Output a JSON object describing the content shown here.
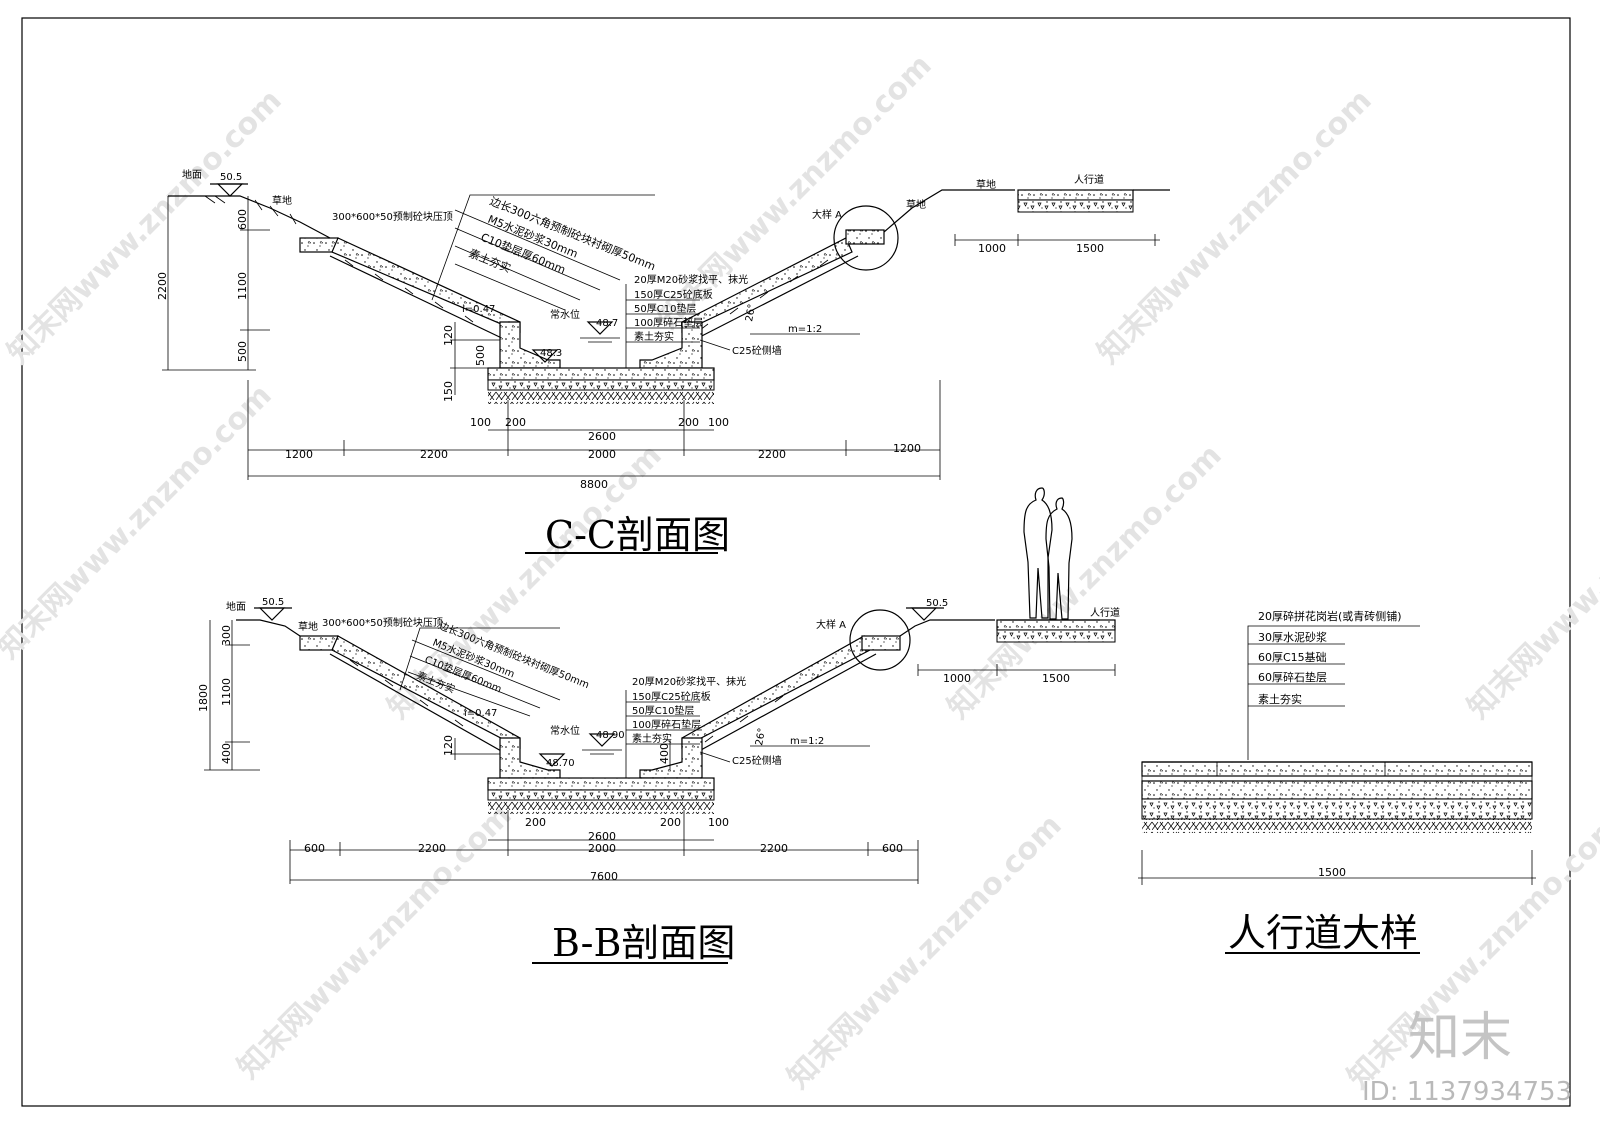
{
  "watermarks": {
    "site": "知末网www.znzmo.com",
    "logo": "知末",
    "id": "ID: 1137934753"
  },
  "cc": {
    "title": "C-C剖面图",
    "ground": "地面",
    "elev_ground": "50.5",
    "grass_l": "草地",
    "coping": "300*600*50预制砼块压顶",
    "layers_slope": [
      "边长300六角预制砼块衬砌厚50mm",
      "M5水泥砂浆30mm",
      "C10垫层厚60mm",
      "素土夯实"
    ],
    "slope_ratio": "i=0.47",
    "water_level": "常水位",
    "elev_water": "48.7",
    "elev_bottom": "48.3",
    "layers_bottom": [
      "20厚M20砂浆找平、抹光",
      "150厚C25砼底板",
      "50厚C10垫层",
      "100厚碎石垫层",
      "素土夯实"
    ],
    "side_wall": "C25砼侧墙",
    "angle": "26°",
    "m_ratio": "m=1:2",
    "detail": "大样 A",
    "grass_r1": "草地",
    "grass_r2": "草地",
    "sidewalk": "人行道",
    "v_dims": [
      "600",
      "1100",
      "500"
    ],
    "v_total": "2200",
    "wall_dims": [
      "120",
      "500",
      "150"
    ],
    "foot_dims": [
      "100",
      "200",
      "200",
      "100"
    ],
    "inner_2600": "2600",
    "row_dims": [
      "1200",
      "2200",
      "2000",
      "2200",
      "1200"
    ],
    "total": "8800",
    "r_dims": [
      "1000",
      "1500"
    ]
  },
  "bb": {
    "title": "B-B剖面图",
    "ground": "地面",
    "elev_ground_l": "50.5",
    "elev_ground_r": "50.5",
    "grass_l": "草地",
    "coping": "300*600*50预制砼块压顶",
    "layers_slope": [
      "边长300六角预制砼块衬砌厚50mm",
      "M5水泥砂浆30mm",
      "C10垫层厚60mm",
      "素土夯实"
    ],
    "slope_ratio": "i=0.47",
    "water_level": "常水位",
    "elev_water": "48.90",
    "elev_bottom": "48.70",
    "layers_bottom": [
      "20厚M20砂浆找平、抹光",
      "150厚C25砼底板",
      "50厚C10垫层",
      "100厚碎石垫层",
      "素土夯实"
    ],
    "side_wall": "C25砼侧墙",
    "angle": "26°",
    "m_ratio": "m=1:2",
    "detail": "大样 A",
    "sidewalk": "人行道",
    "v_dims": [
      "300",
      "1100",
      "400"
    ],
    "v_total": "1800",
    "wall_dims": [
      "120",
      "400"
    ],
    "foot_dims": [
      "200",
      "200",
      "100"
    ],
    "inner_2600": "2600",
    "row_dims": [
      "600",
      "2200",
      "2000",
      "2200",
      "600"
    ],
    "total": "7600",
    "r_dims": [
      "1000",
      "1500"
    ]
  },
  "walk": {
    "title": "人行道大样",
    "layers": [
      "20厚碎拼花岗岩(或青砖侧铺)",
      "30厚水泥砂浆",
      "60厚C15基础",
      "60厚碎石垫层",
      "素土夯实"
    ],
    "dim": "1500"
  }
}
